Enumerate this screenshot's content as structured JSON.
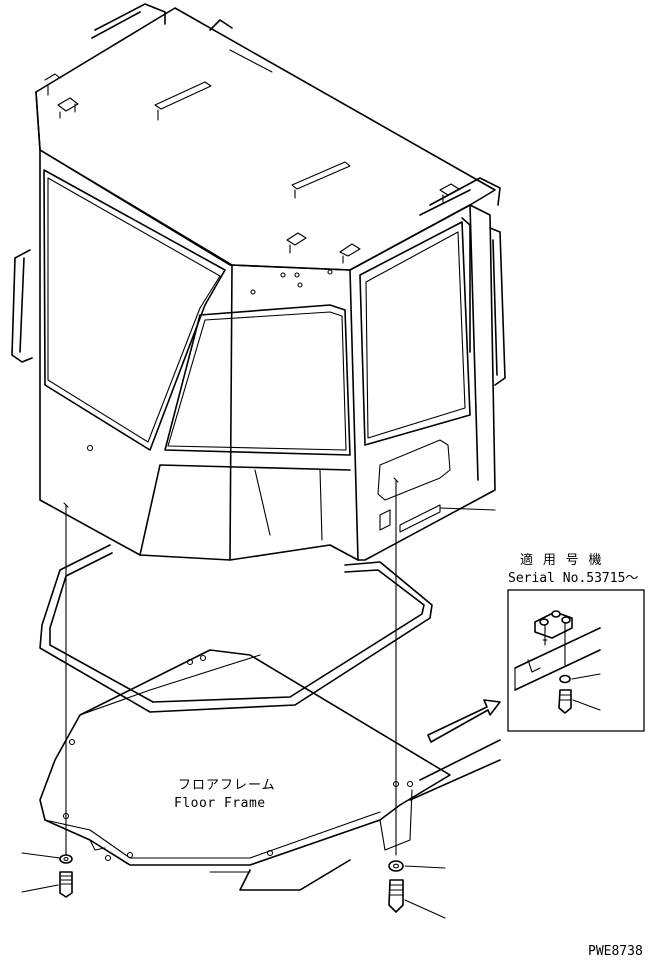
{
  "serial_note": {
    "japanese": "適 用 号 機",
    "english": "Serial No.53715～"
  },
  "floor_frame": {
    "japanese": "フロアフレーム",
    "english": "Floor Frame"
  },
  "drawing_number": "PWE8738"
}
